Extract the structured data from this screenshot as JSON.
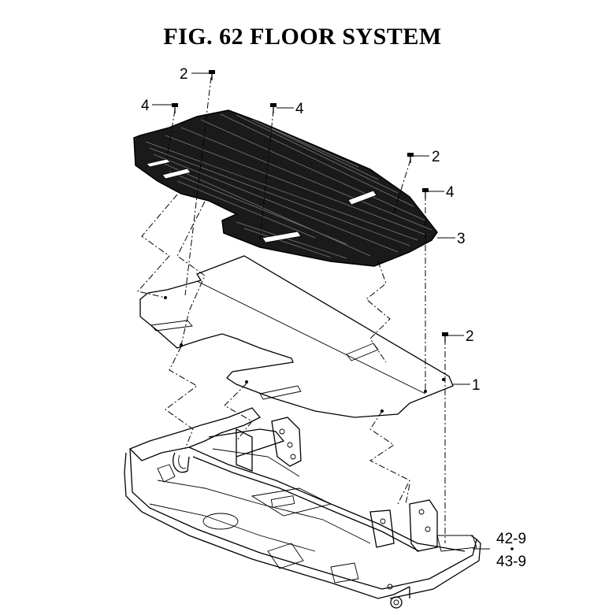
{
  "figure": {
    "title": "FIG. 62  FLOOR SYSTEM"
  },
  "callouts": {
    "bolt_top": "2",
    "screw_left": "4",
    "screw_center": "4",
    "bolt_right": "2",
    "screw_right": "4",
    "floor_mat": "3",
    "bolt_lower": "2",
    "floor_plate": "1",
    "frame_a": "42-9",
    "frame_b": "43-9"
  }
}
